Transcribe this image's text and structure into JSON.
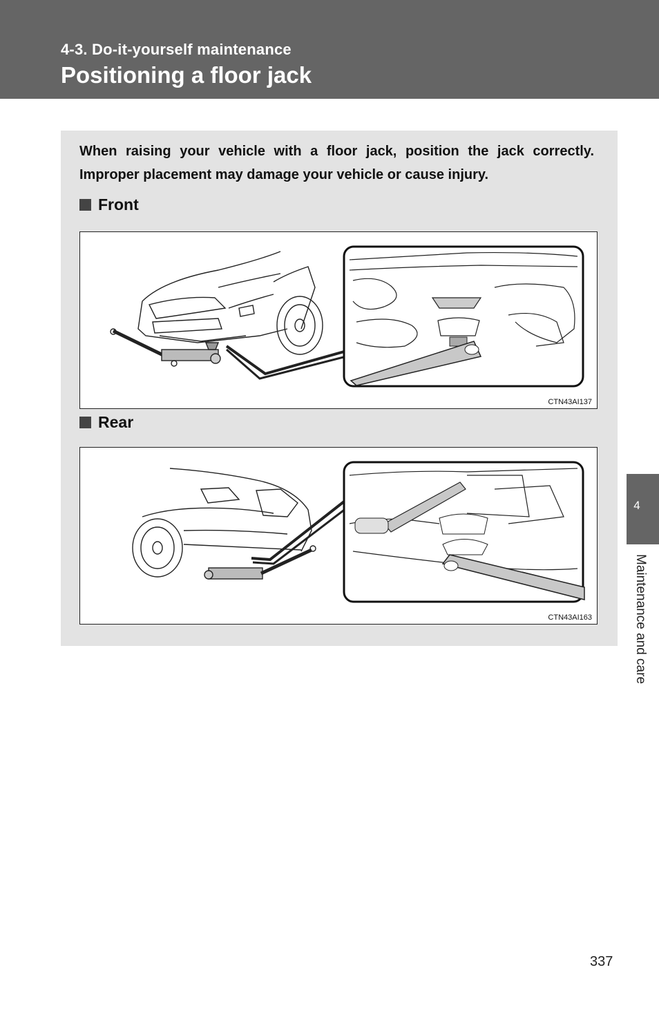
{
  "header": {
    "section_label": "4-3. Do-it-yourself maintenance",
    "title": "Positioning a floor jack"
  },
  "intro_text": "When raising your vehicle with a floor jack, position the jack correctly. Improper placement may damage your vehicle or cause injury.",
  "sections": [
    {
      "heading": "Front",
      "figure_code": "CTN43AI137"
    },
    {
      "heading": "Rear",
      "figure_code": "CTN43AI163"
    }
  ],
  "side_tab": {
    "number": "4",
    "label": "Maintenance and care"
  },
  "page_number": "337"
}
